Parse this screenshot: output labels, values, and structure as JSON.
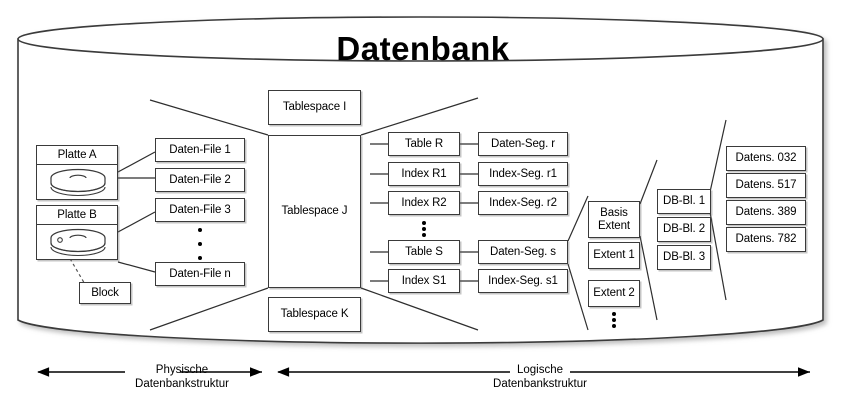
{
  "diagram": {
    "title": "Datenbank",
    "physical": {
      "disks": [
        {
          "label": "Platte A"
        },
        {
          "label": "Platte B"
        }
      ],
      "block_label": "Block",
      "data_files": [
        "Daten-File 1",
        "Daten-File 2",
        "Daten-File 3",
        "Daten-File n"
      ],
      "data_files_ellipsis": "vertical-dots"
    },
    "tablespaces": [
      "Tablespace I",
      "Tablespace J",
      "Tablespace K"
    ],
    "objects": [
      "Table R",
      "Index R1",
      "Index R2",
      "Table S",
      "Index S1"
    ],
    "segments": [
      "Daten-Seg. r",
      "Index-Seg. r1",
      "Index-Seg. r2",
      "Daten-Seg. s",
      "Index-Seg. s1"
    ],
    "extents": [
      "Basis\nExtent",
      "Extent 1",
      "Extent 2"
    ],
    "extents_ellipsis": "vertical-dots",
    "blocks": [
      "DB-Bl. 1",
      "DB-Bl. 2",
      "DB-Bl. 3"
    ],
    "records": [
      "Datens. 032",
      "Datens. 517",
      "Datens. 389",
      "Datens. 782"
    ],
    "footer": {
      "left": "Physische\nDatenbankstruktur",
      "right": "Logische\nDatenbankstruktur"
    },
    "colors": {
      "stroke": "#3a3a3a",
      "text": "#000000",
      "background": "#ffffff"
    }
  }
}
